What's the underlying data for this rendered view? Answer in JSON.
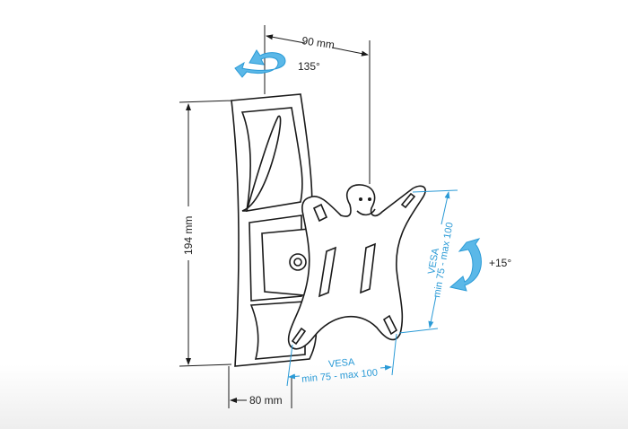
{
  "dimensions": {
    "depth_top": "90 mm",
    "height": "194 mm",
    "depth_bottom": "80 mm"
  },
  "rotation": {
    "swivel": "135°",
    "tilt": "+15°"
  },
  "vesa_vertical": {
    "title": "VESA",
    "range": "min 75 - max 100"
  },
  "vesa_horizontal": {
    "title": "VESA",
    "range": "min 75 - max 100"
  },
  "colors": {
    "accent": "#2a9ad6",
    "line": "#1a1a1a"
  }
}
